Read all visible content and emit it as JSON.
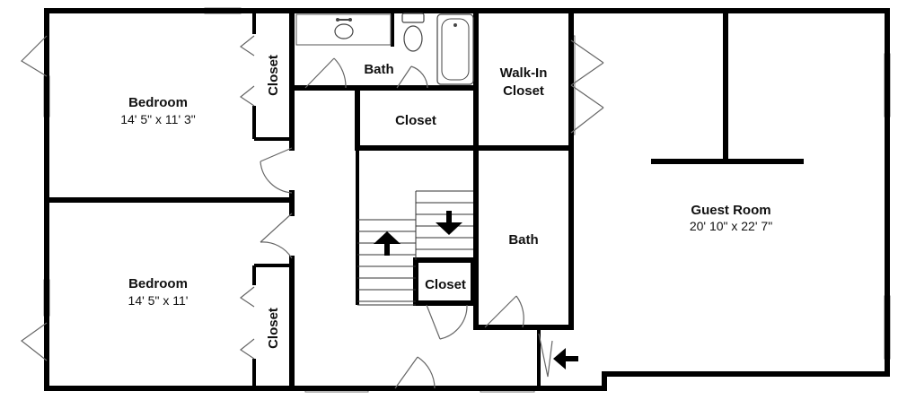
{
  "rooms": {
    "bedroom_top": {
      "name": "Bedroom",
      "dims": "14' 5\" x 11' 3\""
    },
    "bedroom_bottom": {
      "name": "Bedroom",
      "dims": "14' 5\" x 11'"
    },
    "closet_bedroom_top": {
      "name": "Closet"
    },
    "closet_bedroom_bottom": {
      "name": "Closet"
    },
    "bath_top": {
      "name": "Bath"
    },
    "closet_hall": {
      "name": "Closet"
    },
    "walk_in_closet": {
      "line1": "Walk-In",
      "line2": "Closet"
    },
    "bath_middle": {
      "name": "Bath"
    },
    "closet_stair": {
      "name": "Closet"
    },
    "guest_room": {
      "name": "Guest Room",
      "dims": "20' 10\" x 22' 7\""
    }
  },
  "colors": {
    "wall": "#000000",
    "door": "#666666",
    "window": "#777777",
    "background": "#ffffff"
  },
  "icons": [
    "stair-up-arrow-icon",
    "stair-down-arrow-icon",
    "entry-arrow-icon",
    "sink-icon",
    "toilet-icon",
    "bathtub-icon"
  ]
}
